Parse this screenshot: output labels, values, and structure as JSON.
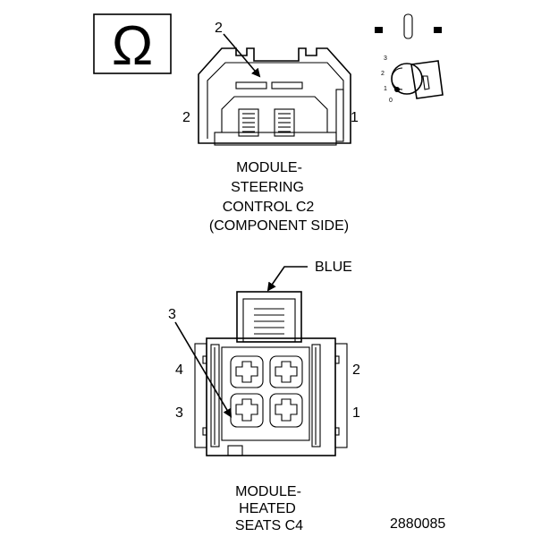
{
  "figure_id": "2880085",
  "omega_symbol": "Ω",
  "key_positions": [
    "3",
    "2",
    "1",
    "0"
  ],
  "steering_connector": {
    "callout": "2",
    "pin_left": "2",
    "pin_right": "1",
    "caption": [
      "MODULE-",
      "STEERING",
      "CONTROL C2",
      "(COMPONENT SIDE)"
    ]
  },
  "heated_seats_connector": {
    "color_label": "BLUE",
    "callout": "3",
    "pin_top_left": "4",
    "pin_top_right": "2",
    "pin_bottom_left": "3",
    "pin_bottom_right": "1",
    "caption": [
      "MODULE-",
      "HEATED",
      "SEATS C4"
    ]
  }
}
